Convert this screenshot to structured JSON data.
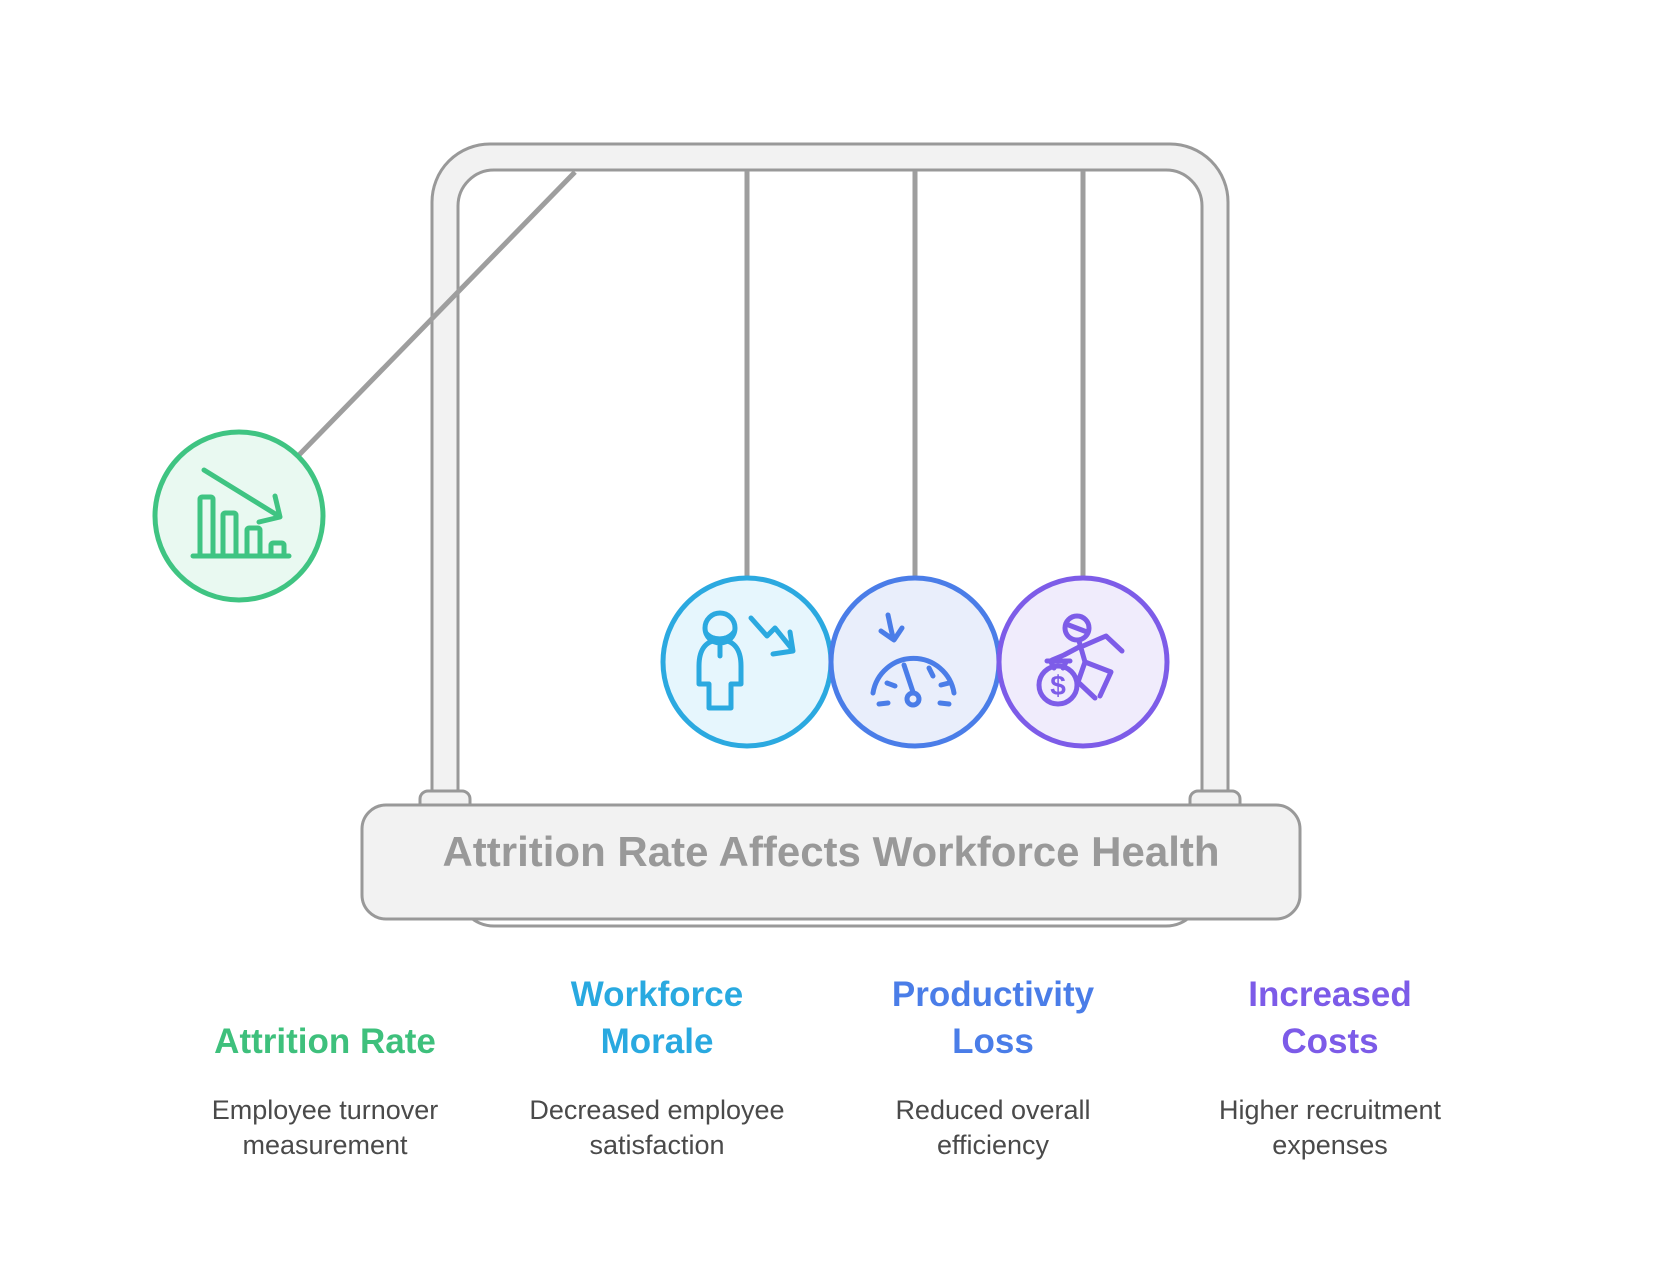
{
  "apparatus": {
    "base_label": "Attrition Rate Affects Workforce Health",
    "money_symbol": "$",
    "frame_fill": "#f2f2f2",
    "frame_stroke": "#999999",
    "string_color": "#9e9e9e",
    "base_text_color": "#999999",
    "balls": [
      {
        "name": "attrition-rate",
        "icon": "declining-bar-chart-icon",
        "fill": "#e9f9f1",
        "stroke": "#3fc482",
        "position": "swung-out-left"
      },
      {
        "name": "workforce-morale",
        "icon": "employee-decline-icon",
        "fill": "#e6f6fd",
        "stroke": "#2ba9e0",
        "position": "hanging"
      },
      {
        "name": "productivity-loss",
        "icon": "speedometer-decline-icon",
        "fill": "#e9eefb",
        "stroke": "#4a7de8",
        "position": "hanging"
      },
      {
        "name": "increased-costs",
        "icon": "money-bag-runner-icon",
        "fill": "#f0ecfc",
        "stroke": "#7d5ce8",
        "position": "hanging"
      }
    ]
  },
  "columns": [
    {
      "title_lines": [
        "Attrition Rate"
      ],
      "description": "Employee turnover measurement",
      "color": "#3ec07c"
    },
    {
      "title_lines": [
        "Workforce",
        "Morale"
      ],
      "description": "Decreased employee satisfaction",
      "color": "#29a9e0"
    },
    {
      "title_lines": [
        "Productivity",
        "Loss"
      ],
      "description": "Reduced overall efficiency",
      "color": "#4a7de8"
    },
    {
      "title_lines": [
        "Increased",
        "Costs"
      ],
      "description": "Higher recruitment expenses",
      "color": "#7c5be8"
    }
  ]
}
